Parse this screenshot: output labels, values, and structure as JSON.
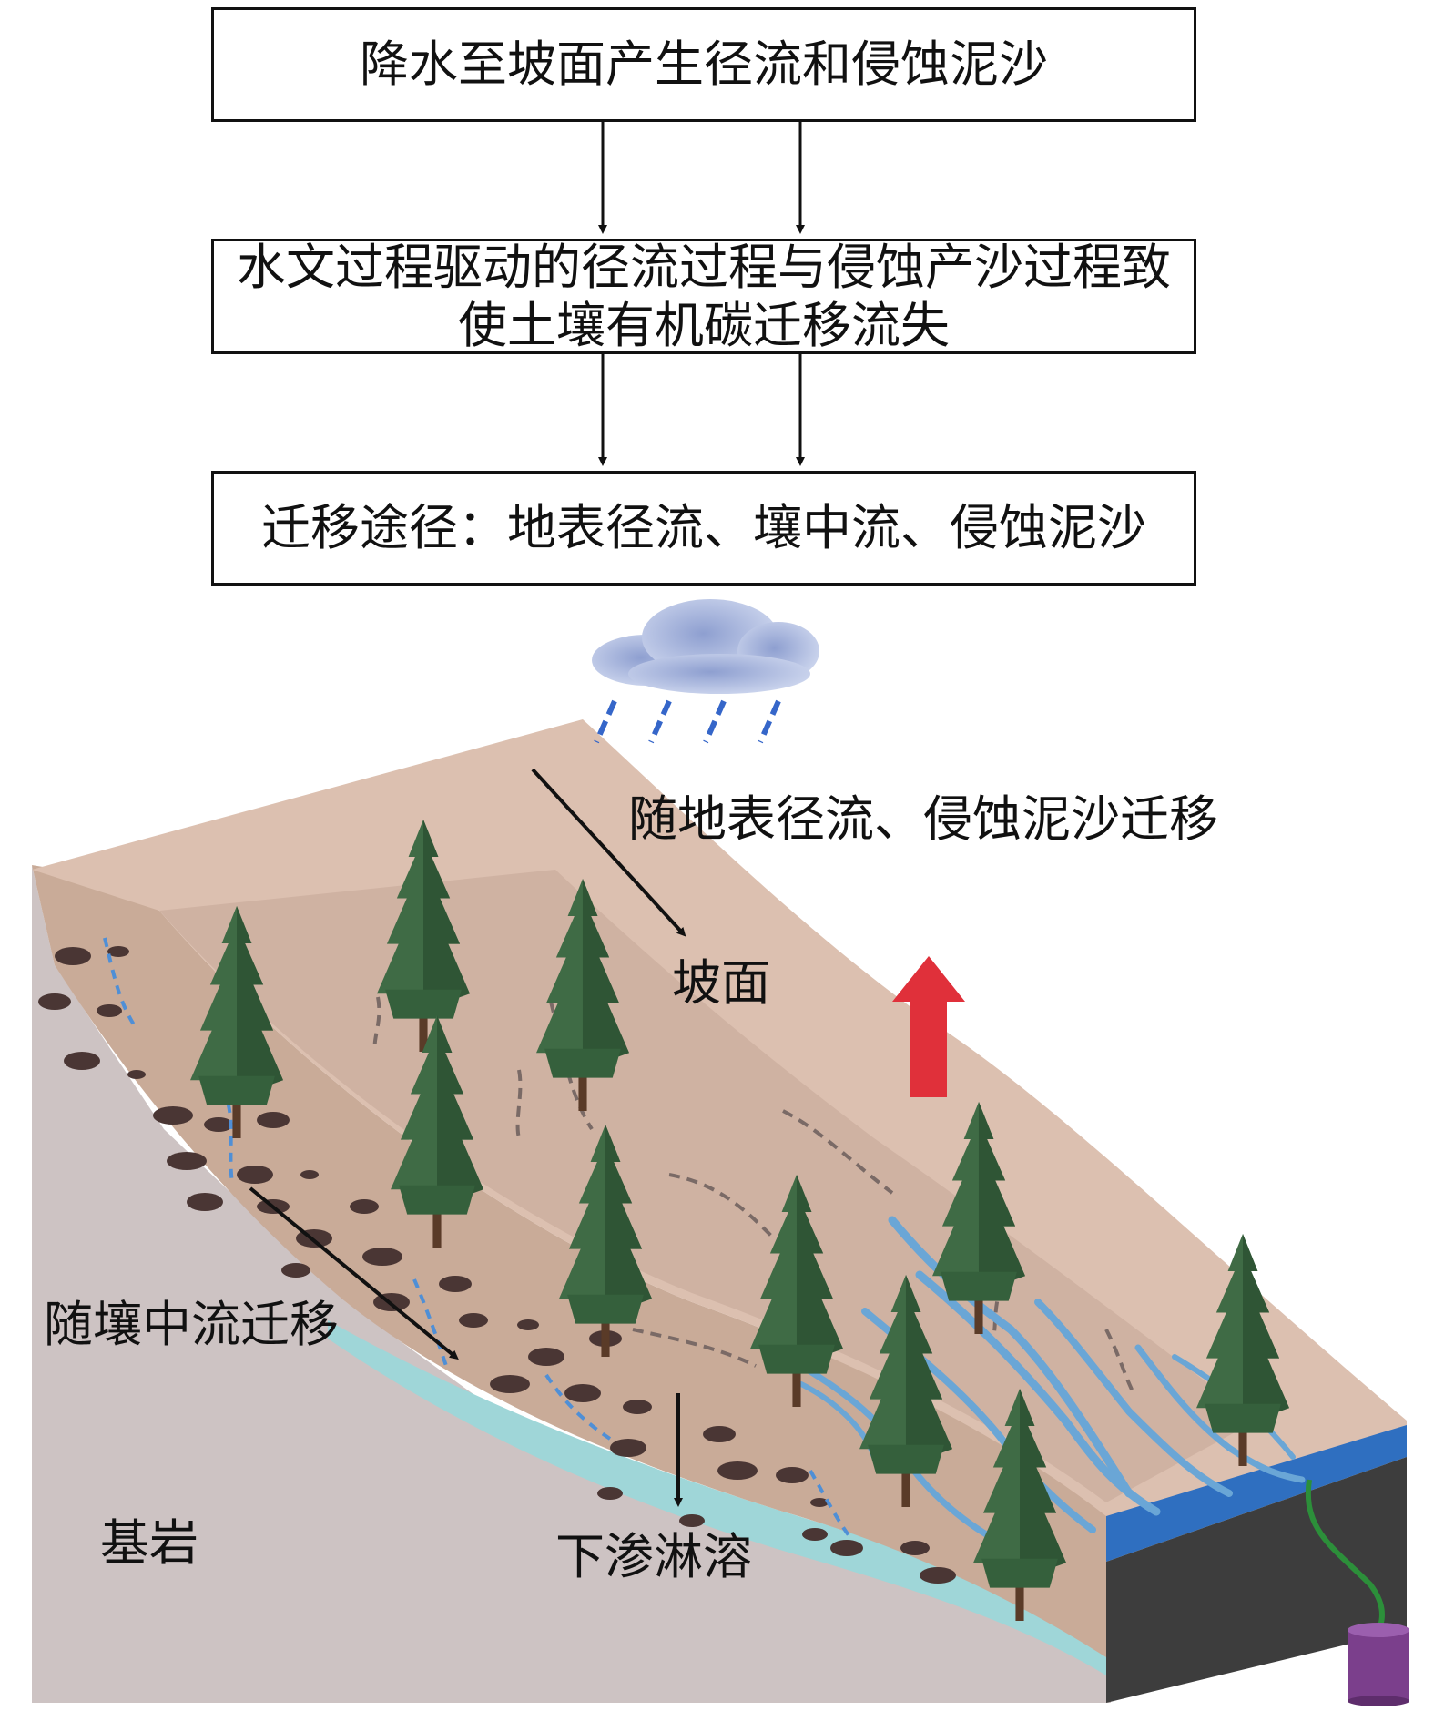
{
  "flowchart": {
    "boxes": [
      {
        "lines": [
          "降水至坡面产生径流和侵蚀泥沙"
        ]
      },
      {
        "lines": [
          "水文过程驱动的径流过程与侵蚀产沙过程致",
          "使土壤有机碳迁移流失"
        ]
      },
      {
        "lines": [
          "迁移途径：地表径流、壤中流、侵蚀泥沙"
        ]
      }
    ]
  },
  "labels": {
    "surface_migration": "随地表径流、侵蚀泥沙迁移",
    "slope": "坡面",
    "subsurface_migration": "随壤中流迁移",
    "bedrock": "基岩",
    "leaching": "下渗淋溶"
  },
  "colors": {
    "slope_surface": "#dcc0b0",
    "soil_layer": "#c9ab98",
    "bedrock": "#cdc3c3",
    "tree": "#3f6b45",
    "stream": "#6aa6d6",
    "river": "#2f6fc0",
    "groundwater": "#9fd6d8",
    "up_arrow": "#e0303a",
    "container": "#7b3f8c",
    "cloud": "#a9b8dc"
  },
  "icons": [
    "rain-cloud-icon",
    "conifer-tree-icon",
    "up-arrow-icon",
    "collection-barrel-icon"
  ]
}
